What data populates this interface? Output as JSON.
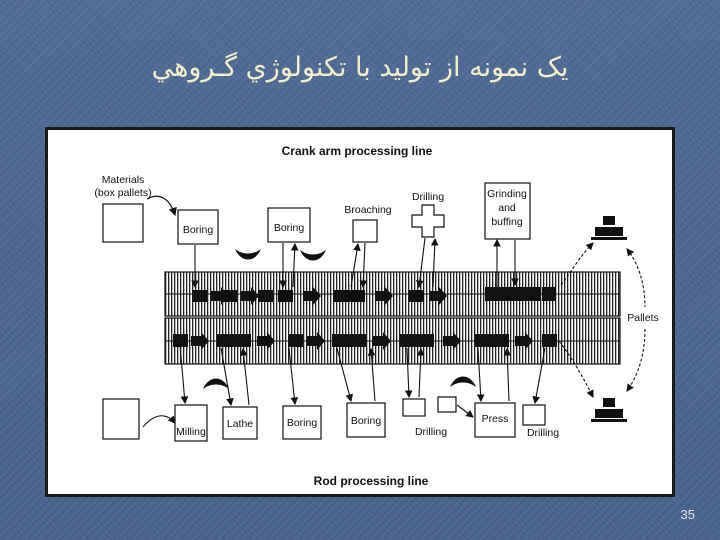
{
  "slide": {
    "title": "یک نمونه از تولید با تکنولوژي گـروهي",
    "number": "35"
  },
  "diagram": {
    "top_line_title": "Crank arm processing line",
    "bottom_line_title": "Rod processing line",
    "materials_label_1": "Materials",
    "materials_label_2": "(box pallets)",
    "pallets_label": "Pallets",
    "top_stations": {
      "boring1": "Boring",
      "boring2": "Boring",
      "broaching": "Broaching",
      "drilling": "Drilling",
      "grinding_1": "Grinding",
      "grinding_2": "and",
      "grinding_3": "buffing"
    },
    "bottom_stations": {
      "milling": "Milling",
      "lathe": "Lathe",
      "boring1": "Boring",
      "boring2": "Boring",
      "drilling1": "Drilling",
      "press": "Press",
      "drilling2": "Drilling"
    }
  }
}
